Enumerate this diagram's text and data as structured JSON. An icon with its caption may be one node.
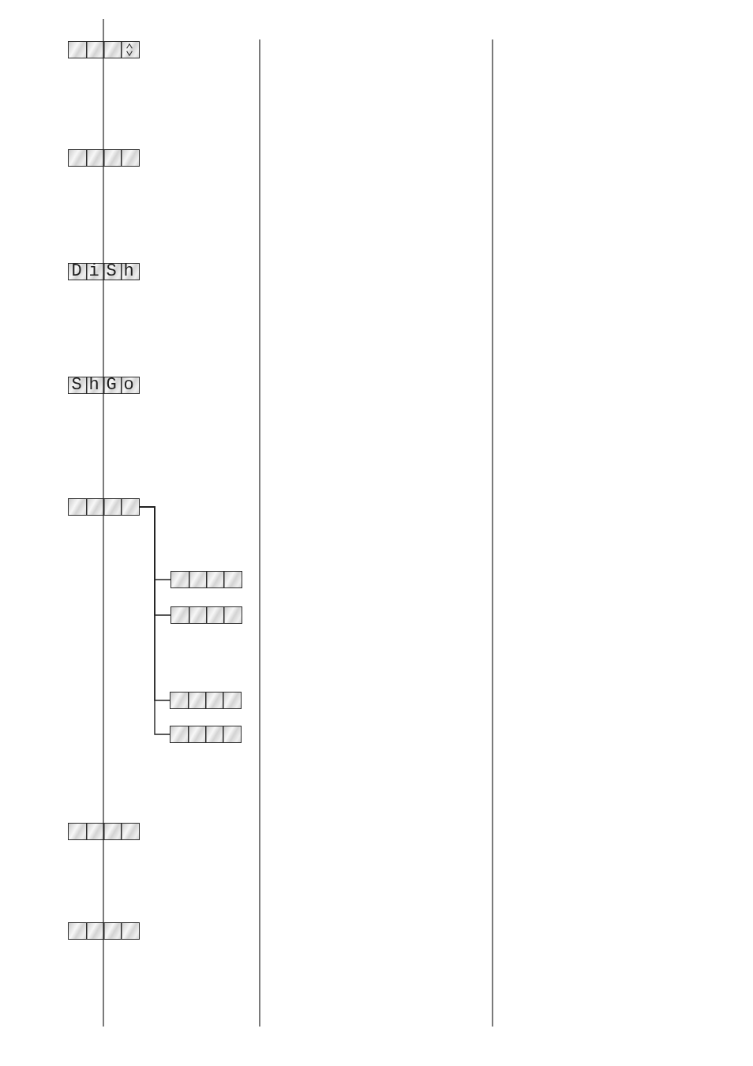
{
  "diagram": {
    "nodes": [
      {
        "text": [],
        "shape": "box"
      },
      {
        "text": [],
        "shape": "box"
      },
      {
        "text": [
          "DiSh"
        ]
      },
      {
        "text": [
          "ShGo"
        ]
      },
      {
        "text": [],
        "shape": "box"
      },
      {
        "text": [],
        "shape": "box"
      },
      {
        "text": [],
        "shape": "box"
      },
      {
        "text": [],
        "shape": "box"
      },
      {
        "text": [],
        "shape": "box"
      },
      {
        "text": [],
        "shape": "box"
      },
      {
        "text": [],
        "shape": "box"
      }
    ],
    "edges": [
      {
        "from": 4,
        "to": 5,
        "arrow": "none"
      },
      {
        "from": 4,
        "to": 6,
        "arrow": "none"
      },
      {
        "from": 4,
        "to": 7,
        "arrow": "none"
      },
      {
        "from": 4,
        "to": 8,
        "arrow": "none"
      }
    ]
  }
}
